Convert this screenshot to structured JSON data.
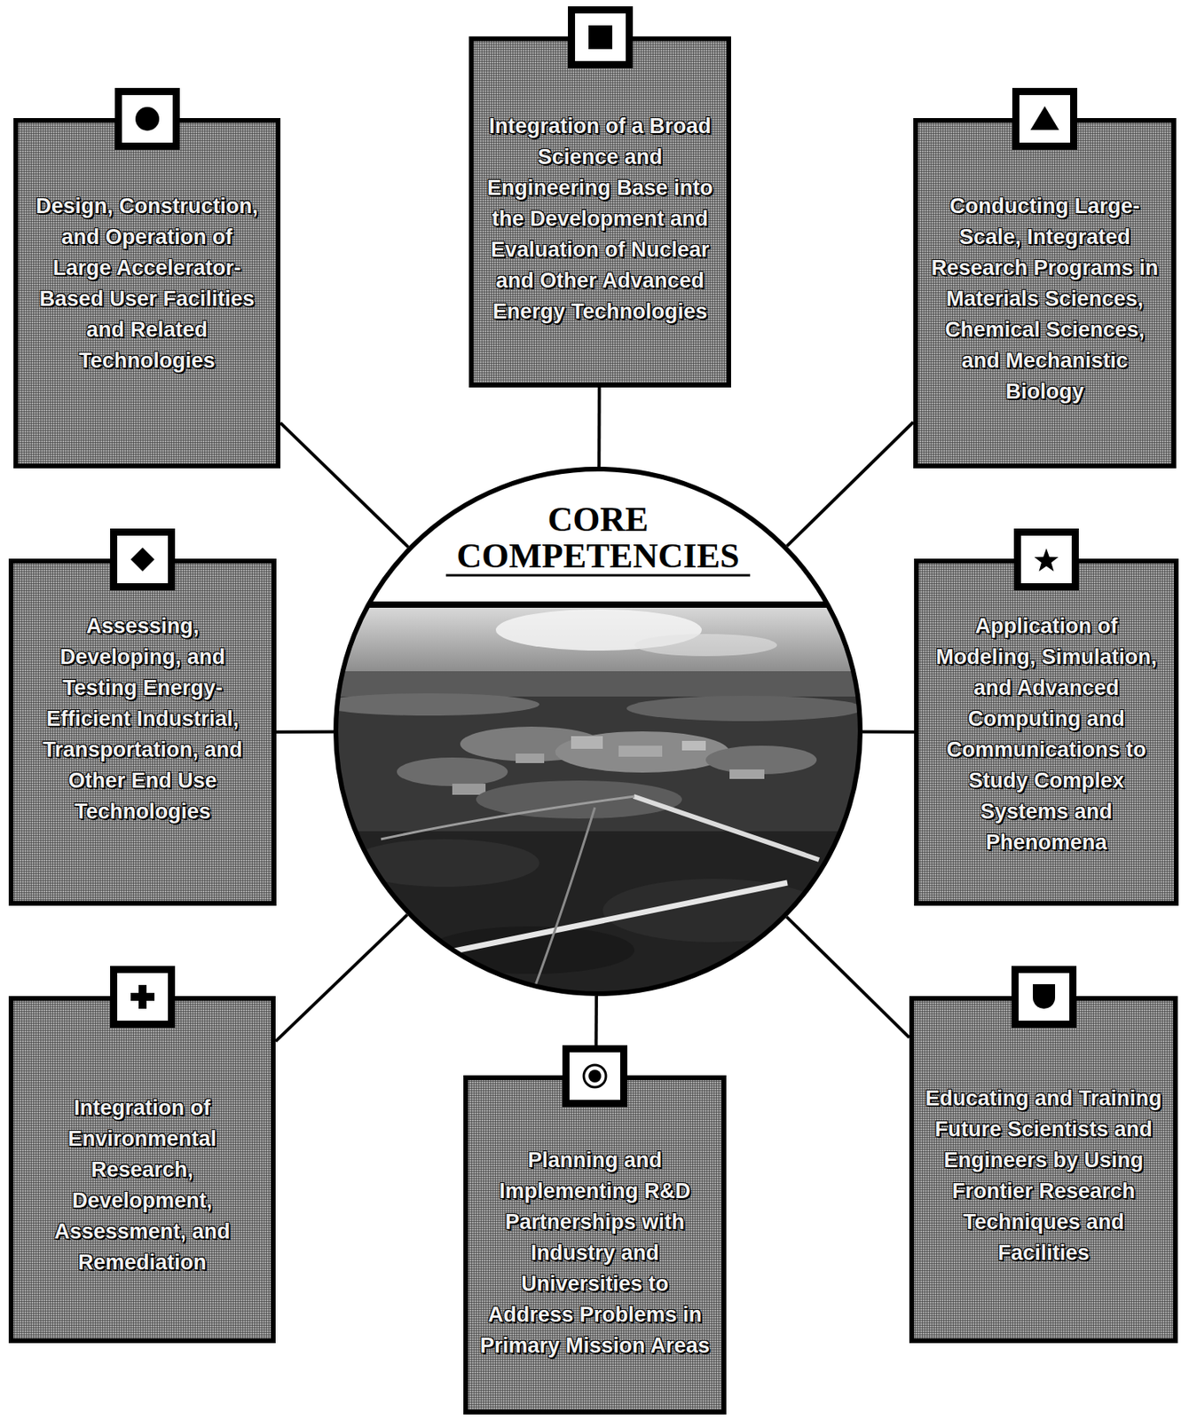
{
  "diagram": {
    "nodes": [
      {
        "text": [
          "Design, Construction, and Operation of Large Accelerator-Based User Facilities and Related Technologies"
        ]
      },
      {
        "text": [
          "Integration of a Broad Science and Engineering Base into the Development and Evaluation of Nuclear and Other Advanced Energy Technologies"
        ]
      },
      {
        "text": [
          "Conducting Large-Scale, Integrated Research Programs in Materials Sciences, Chemical Sciences, and Mechanistic Biology"
        ]
      },
      {
        "text": [
          "Assessing, Developing, and Testing Energy-Efficient Industrial, Transportation, and Other End Use Technologies"
        ]
      },
      {
        "text": [
          "CORE COMPETENCIES"
        ]
      },
      {
        "text": [
          "Application of Modeling, Simulation, and Advanced Computing and Communications to Study Complex Systems and Phenomena"
        ]
      },
      {
        "text": [
          "Integration of Environmental Research, Development, Assessment, and Remediation"
        ]
      },
      {
        "text": [
          "Planning and Implementing R&D Partnerships with Industry and Universities to Address Problems in Primary Mission Areas"
        ]
      },
      {
        "text": [
          "Educating and Training Future Scientists and Engineers by Using Frontier Research Techniques and Facilities"
        ]
      }
    ],
    "edges": [
      {
        "from": 4,
        "to": 0,
        "arrow": "none"
      },
      {
        "from": 4,
        "to": 1,
        "arrow": "none"
      },
      {
        "from": 4,
        "to": 2,
        "arrow": "none"
      },
      {
        "from": 4,
        "to": 3,
        "arrow": "none"
      },
      {
        "from": 4,
        "to": 5,
        "arrow": "none"
      },
      {
        "from": 4,
        "to": 6,
        "arrow": "none"
      },
      {
        "from": 4,
        "to": 7,
        "arrow": "none"
      },
      {
        "from": 4,
        "to": 8,
        "arrow": "none"
      }
    ]
  }
}
